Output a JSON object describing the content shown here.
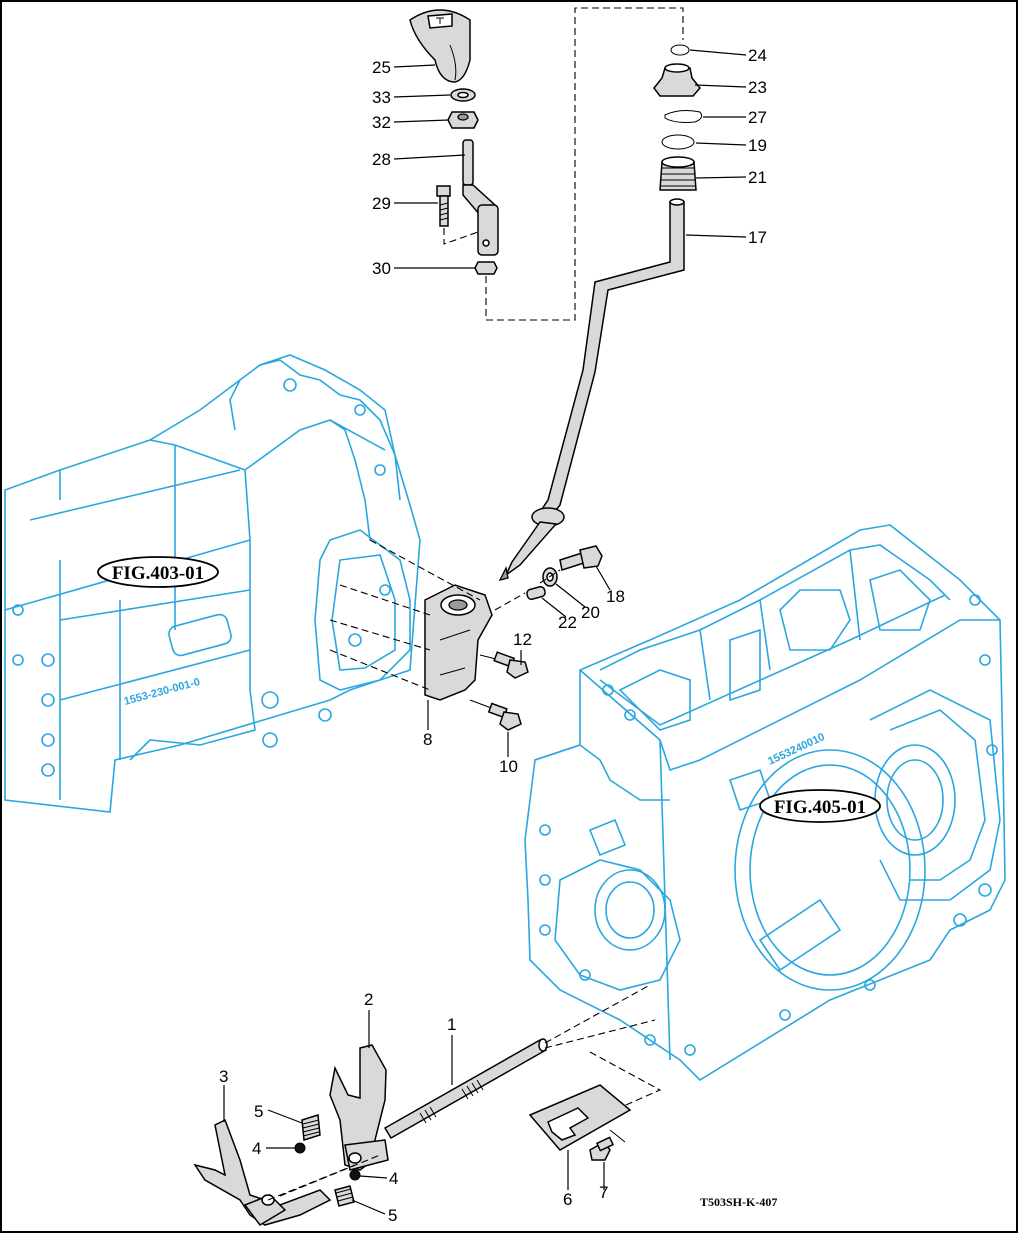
{
  "figure_refs": {
    "transmission_front": "FIG.403-01",
    "transmission_rear": "FIG.405-01"
  },
  "housing_stamps": {
    "front": "1553-230-001-0",
    "rear": "1553240010"
  },
  "drawing_code": "T503SH-K-407",
  "callouts": [
    {
      "id": "c25",
      "text": "25"
    },
    {
      "id": "c33",
      "text": "33"
    },
    {
      "id": "c32",
      "text": "32"
    },
    {
      "id": "c28",
      "text": "28"
    },
    {
      "id": "c29",
      "text": "29"
    },
    {
      "id": "c30",
      "text": "30"
    },
    {
      "id": "c24",
      "text": "24"
    },
    {
      "id": "c23",
      "text": "23"
    },
    {
      "id": "c27",
      "text": "27"
    },
    {
      "id": "c19",
      "text": "19"
    },
    {
      "id": "c21",
      "text": "21"
    },
    {
      "id": "c17",
      "text": "17"
    },
    {
      "id": "c18",
      "text": "18"
    },
    {
      "id": "c20",
      "text": "20"
    },
    {
      "id": "c22",
      "text": "22"
    },
    {
      "id": "c12",
      "text": "12"
    },
    {
      "id": "c8",
      "text": "8"
    },
    {
      "id": "c10",
      "text": "10"
    },
    {
      "id": "c1",
      "text": "1"
    },
    {
      "id": "c2",
      "text": "2"
    },
    {
      "id": "c3",
      "text": "3"
    },
    {
      "id": "c5a",
      "text": "5"
    },
    {
      "id": "c4a",
      "text": "4"
    },
    {
      "id": "c4b",
      "text": "4"
    },
    {
      "id": "c5b",
      "text": "5"
    },
    {
      "id": "c6",
      "text": "6"
    },
    {
      "id": "c7",
      "text": "7"
    }
  ],
  "colors": {
    "housing_outline": "#2aa7e0",
    "line_art": "#000000",
    "background": "#ffffff"
  }
}
